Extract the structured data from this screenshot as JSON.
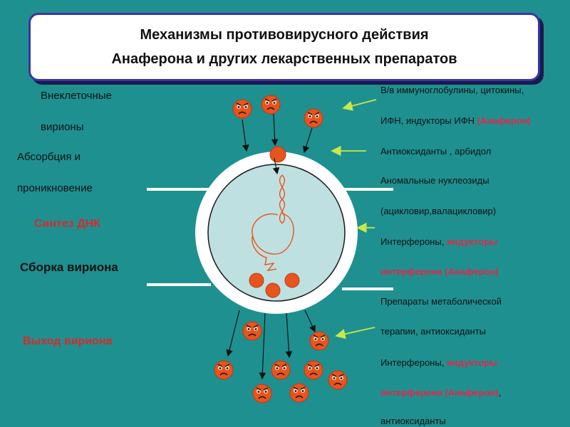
{
  "title": {
    "line1": "Механизмы противовирусного действия",
    "line2": "Анаферона и других лекарственных препаратов"
  },
  "left_labels": {
    "extracellular_1": "Внеклеточные",
    "extracellular_2": "вирионы",
    "absorption_1": "Абсорбция и",
    "absorption_2": "проникновение",
    "dna_synthesis": "Синтез ДНК",
    "assembly": "Сборка вириона",
    "exit": "Выход вириона"
  },
  "right_labels": {
    "r1": "В/в иммуноглобулины, цитокины,",
    "r2_pre": "ИФН, индукторы ИФН ",
    "r2_hl": "(Анаферон)",
    "r3": "Антиоксиданты , арбидол",
    "r4": "Аномальные нуклеозиды",
    "r5": "(ацикловир,валацикловир)",
    "r6_pre": "Интерфероны, ",
    "r6_hl": "индукторы",
    "r7_hl": "интерферона (Анаферон)",
    "r8": "Препараты метаболической",
    "r9": "терапии, антиоксиданты",
    "r10_pre": "Интерфероны, ",
    "r10_hl": "индукторы",
    "r11_hl": "интерферона (Анаферон)",
    "r11_post": ",",
    "r12": "антиоксиданты"
  },
  "colors": {
    "background": "#1f9090",
    "cell_inner": "#bfe0e0",
    "virion": "#e8541e",
    "highlight": "#e0284a",
    "arrow_green": "#c8e84a"
  }
}
